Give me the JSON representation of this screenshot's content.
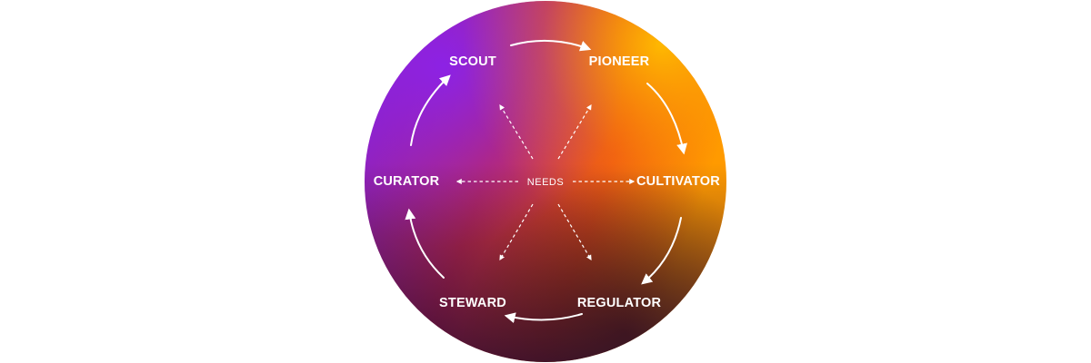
{
  "diagram": {
    "center_label": "NEEDS",
    "roles": {
      "scout": "SCOUT",
      "pioneer": "PIONEER",
      "cultivator": "CULTIVATOR",
      "regulator": "REGULATOR",
      "steward": "STEWARD",
      "curator": "CURATOR"
    },
    "colors": {
      "purple": "#7a1fd6",
      "magenta": "#b01f4e",
      "orange": "#ff8a00",
      "yellow": "#ffb300",
      "deep_purple": "#2a0a45",
      "brown": "#5a1a08",
      "text": "#ffffff"
    }
  }
}
